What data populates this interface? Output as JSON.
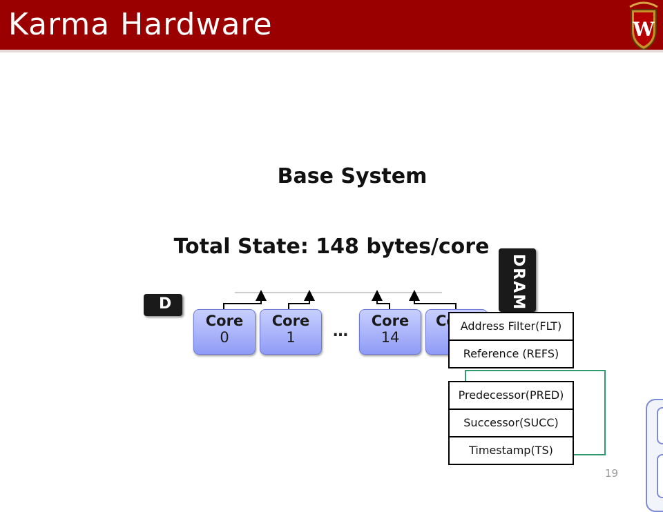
{
  "slide": {
    "title": "Karma Hardware",
    "crest_letter": "W",
    "page_number": "19"
  },
  "diagram": {
    "base_system": "Base System",
    "total_state": "Total State: 148 bytes/core",
    "left_tab": "D",
    "right_tab": "DRAM",
    "cores": [
      {
        "label": "Core",
        "number": "0"
      },
      {
        "label": "Core",
        "number": "1"
      },
      {
        "label": "Core",
        "number": "14"
      },
      {
        "label": "Co",
        "number": ""
      }
    ],
    "ellipsis": "…",
    "registers_top": [
      "Address Filter(FLT)",
      "Reference (REFS)"
    ],
    "registers_bottom": [
      "Predecessor(PRED)",
      "Successor(SUCC)",
      "Timestamp(TS)"
    ]
  },
  "colors": {
    "header": "#9b0000",
    "core_fill": "#a9b3fb",
    "green_box": "#2f9a6e"
  }
}
